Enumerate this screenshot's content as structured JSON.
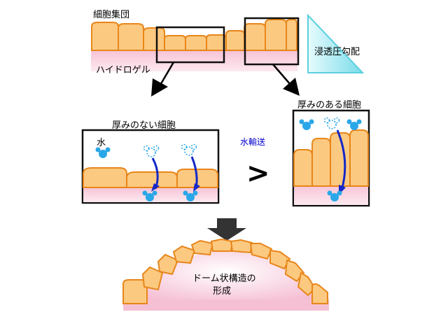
{
  "labels": {
    "cell_cluster": "細胞集団",
    "hydrogel": "ハイドロゲル",
    "osmotic_gradient": "浸透圧勾配",
    "thin_cells": "厚みのない細胞",
    "thick_cells": "厚みのある細胞",
    "water": "水",
    "water_transport": "水輸送",
    "comparison": ">",
    "dome_line1": "ドーム状構造の",
    "dome_line2": "形成"
  },
  "colors": {
    "cell_fill": "#fcc981",
    "cell_stroke": "#e8861a",
    "hydrogel": "#f8c7d9",
    "osmotic_gradient": "#a8ecf4",
    "water_molecule": "#2aa7e8",
    "water_arrow": "#1428c8"
  }
}
